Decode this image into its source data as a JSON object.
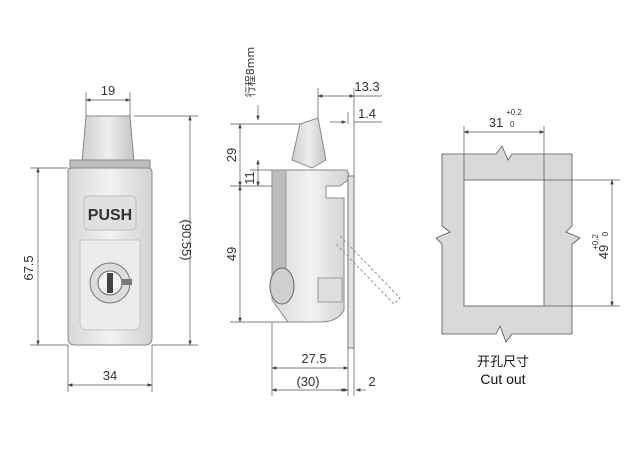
{
  "front_view": {
    "push_label": "PUSH",
    "dim_top_width": "19",
    "dim_height": "67.5",
    "dim_overall_height": "(90.55)",
    "dim_bottom_width": "34"
  },
  "side_view": {
    "stroke_label": "行程8mm",
    "dim_top_right": "13.3",
    "dim_small_right": "1.4",
    "dim_left_upper": "29",
    "dim_left_middle": "11",
    "dim_left_lower": "49",
    "dim_bottom_depth": "27.5",
    "dim_bottom_total": "(30)",
    "dim_bottom_flange": "2"
  },
  "cutout_view": {
    "width_value": "31",
    "width_tol_upper": "+0.2",
    "width_tol_lower": "0",
    "height_value": "49",
    "height_tol_upper": "+0.2",
    "height_tol_lower": "0",
    "caption_cn": "开孔尺寸",
    "caption_en": "Cut out"
  },
  "colors": {
    "part_light": "#e6e6e6",
    "part_mid": "#cfcfcf",
    "cutout_fill": "#d9d9d9"
  }
}
